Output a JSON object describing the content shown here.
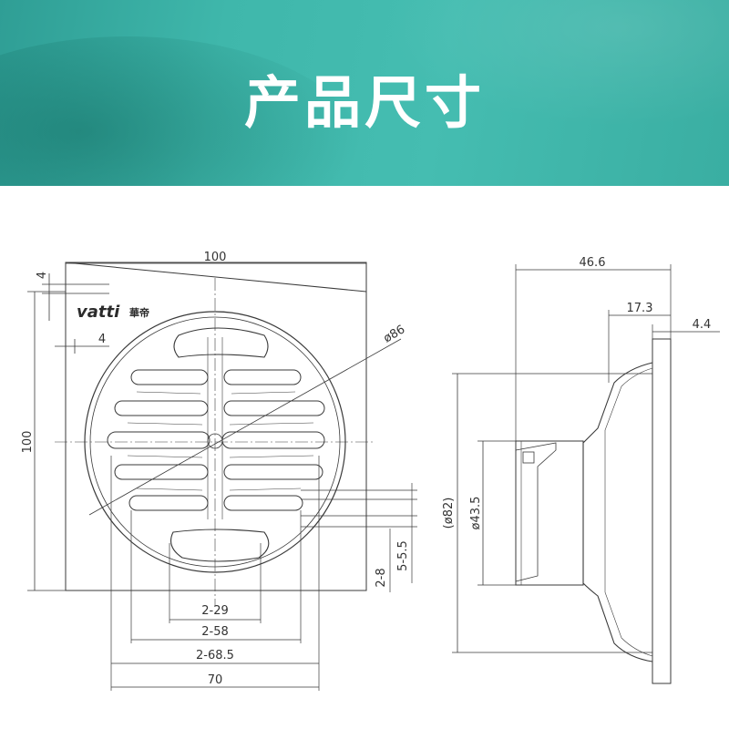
{
  "banner": {
    "title": "产品尺寸"
  },
  "brand": {
    "latin": "vatti",
    "cjk": "華帝"
  },
  "front_view": {
    "dimensions": {
      "width_top": "100",
      "height_left": "100",
      "offset_top": "4",
      "offset_left": "4",
      "circle_dia": "ø86",
      "slot_2_29": "2-29",
      "slot_2_58": "2-58",
      "slot_2_68_5": "2-68.5",
      "base_70": "70",
      "gap_2_8": "2-8",
      "gap_5_5_5": "5-5.5"
    }
  },
  "side_view": {
    "dimensions": {
      "depth_total": "46.6",
      "depth_body": "17.3",
      "flange": "4.4",
      "outer_dia": "(ø82)",
      "inner_dia": "ø43.5"
    }
  }
}
